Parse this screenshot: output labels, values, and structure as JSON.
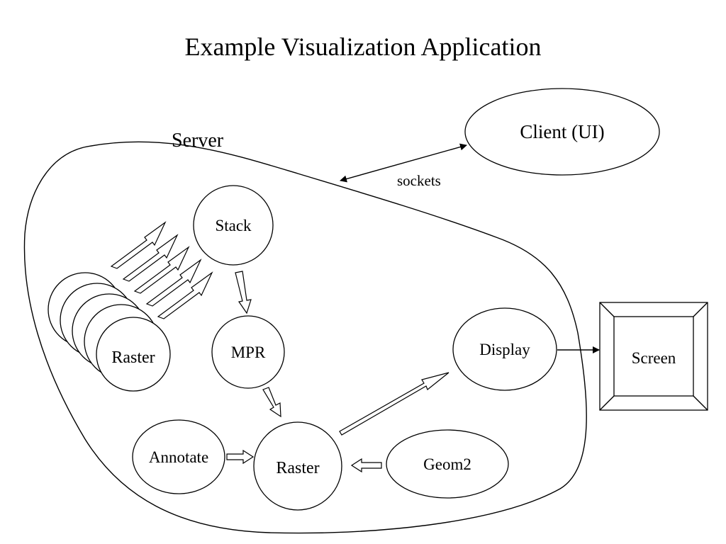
{
  "title": "Example Visualization Application",
  "server_label": "Server",
  "client_label": "Client (UI)",
  "sockets_label": "sockets",
  "nodes": {
    "stack": "Stack",
    "raster_stack": "Raster",
    "mpr": "MPR",
    "display": "Display",
    "annotate": "Annotate",
    "raster": "Raster",
    "geom2": "Geom2",
    "screen": "Screen"
  }
}
